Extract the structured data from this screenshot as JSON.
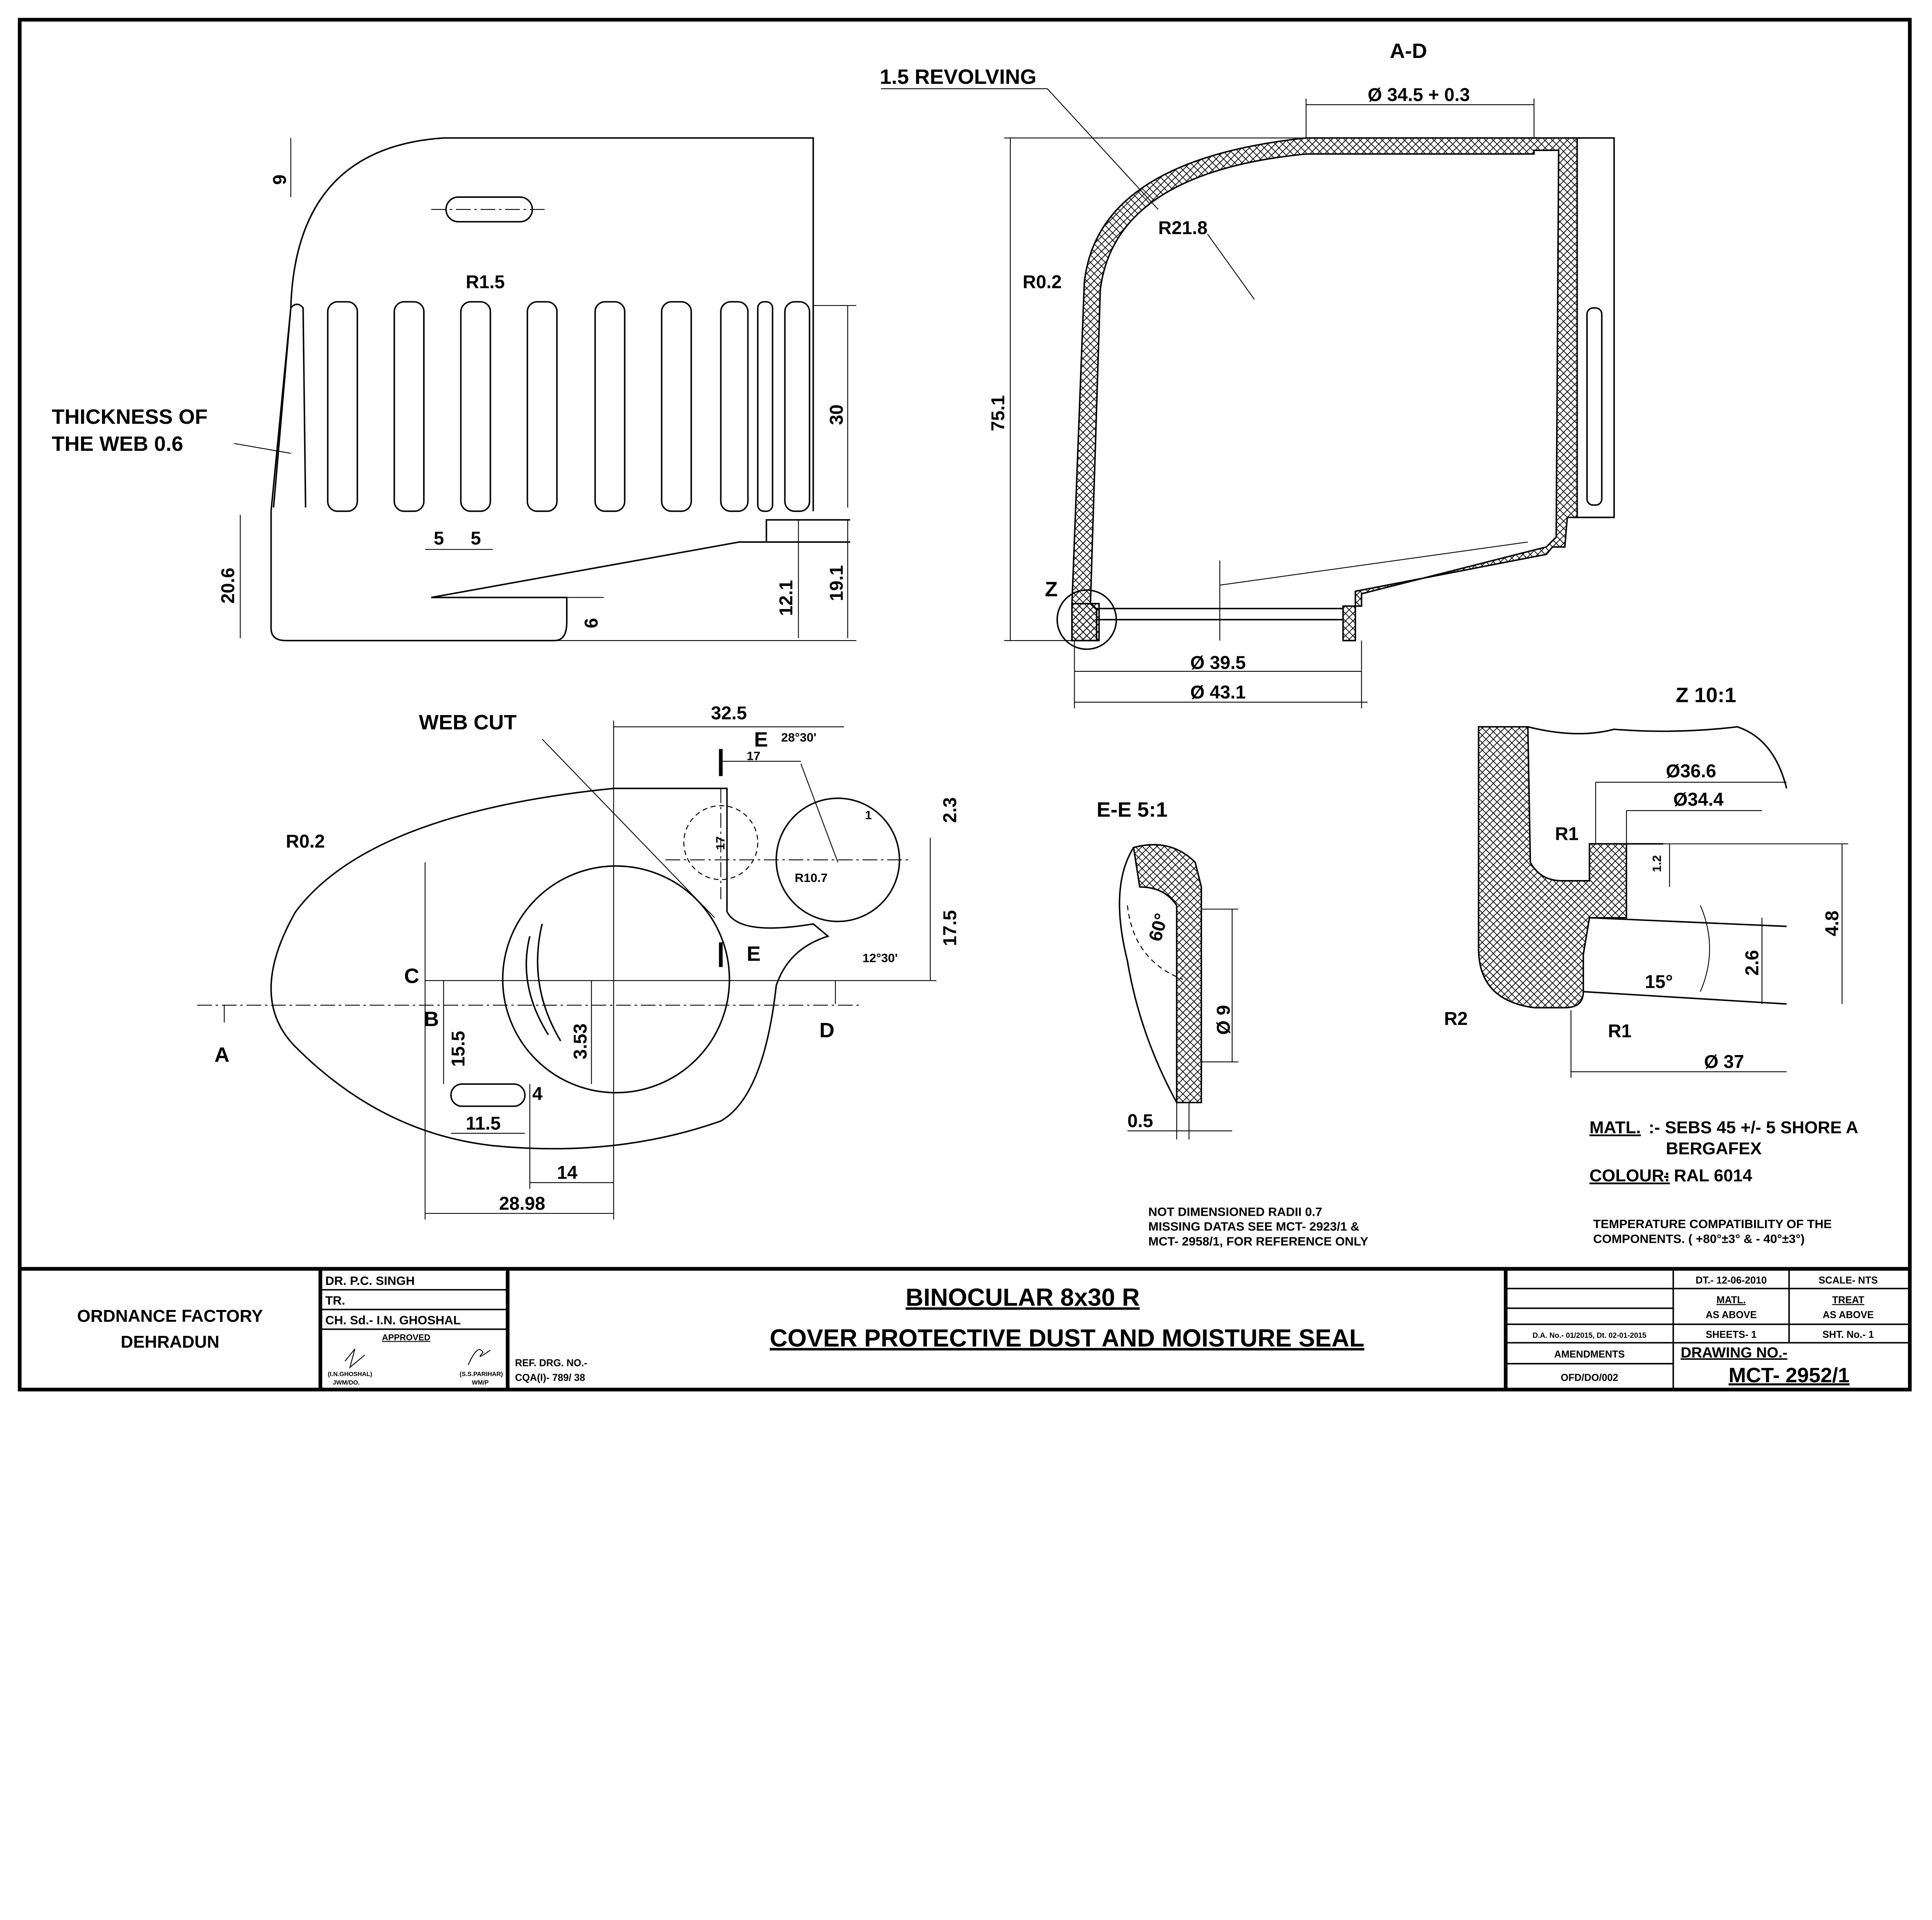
{
  "views": {
    "side": {
      "web_thickness_1": "THICKNESS OF",
      "web_thickness_2": "THE WEB 0.6",
      "dim_9": "9",
      "dim_r15": "R1.5",
      "dim_30": "30",
      "dim_5a": "5",
      "dim_5b": "5",
      "dim_206": "20.6",
      "dim_6": "6",
      "dim_121": "12.1",
      "dim_191": "19.1"
    },
    "section_ad": {
      "title": "A-D",
      "revolving": "1.5 REVOLVING",
      "dia_top": "Ø 34.5 + 0.3",
      "r218": "R21.8",
      "r02": "R0.2",
      "dim_751": "75.1",
      "z_label": "Z",
      "dia_395": "Ø 39.5",
      "dia_431": "Ø 43.1"
    },
    "plan": {
      "web_cut": "WEB CUT",
      "r02": "R0.2",
      "dim_325": "32.5",
      "e_top": "E",
      "angle_2830": "28°30'",
      "dim_17h": "17",
      "dim_17v": "17",
      "dim_1": "1",
      "dim_23": "2.3",
      "r107": "R10.7",
      "dim_175": "17.5",
      "e_bottom": "E",
      "angle_1230": "12°30'",
      "c_label": "C",
      "b_label": "B",
      "a_label": "A",
      "d_label": "D",
      "dim_155": "15.5",
      "dim_353": "3.53",
      "dim_4": "4",
      "dim_115": "11.5",
      "dim_14": "14",
      "dim_2898": "28.98"
    },
    "section_ee": {
      "title": "E-E 5:1",
      "angle_60": "60°",
      "dia_9": "Ø 9",
      "dim_05": "0.5"
    },
    "detail_z": {
      "title": "Z 10:1",
      "dia_366": "Ø36.6",
      "dia_344": "Ø34.4",
      "r1_top": "R1",
      "dim_12": "1.2",
      "dim_48": "4.8",
      "dim_26": "2.6",
      "angle_15": "15°",
      "r2": "R2",
      "r1_bottom": "R1",
      "dia_37": "Ø 37"
    }
  },
  "notes": {
    "material_label": "MATL.",
    "material_value": ":- SEBS 45 +/- 5 SHORE A",
    "material_value_2": "BERGAFEX",
    "colour_label": "COLOUR:",
    "colour_value": "- RAL 6014",
    "radii_1": "NOT DIMENSIONED RADII 0.7",
    "radii_2": "MISSING DATAS SEE MCT- 2923/1 &",
    "radii_3": "MCT- 2958/1, FOR REFERENCE ONLY",
    "temp_1": "TEMPERATURE COMPATIBILITY OF THE",
    "temp_2": "COMPONENTS. ( +80°±3° & - 40°±3°)"
  },
  "title_block": {
    "org_1": "ORDNANCE FACTORY",
    "org_2": "DEHRADUN",
    "dr": "DR. P.C. SINGH",
    "tr": "TR.",
    "ch": "CH. Sd.- I.N. GHOSHAL",
    "approved": "APPROVED",
    "sig_left_1": "(I.N.GHOSHAL)",
    "sig_left_2": "JWM/DO.",
    "sig_right_1": "(S.S.PARIHAR)",
    "sig_right_2": "WM/P",
    "ref_label": "REF. DRG. NO.-",
    "ref_value": "CQA(I)- 789/ 38",
    "title_1": "BINOCULAR 8x30 R",
    "title_2": "COVER PROTECTIVE DUST AND MOISTURE SEAL",
    "da_no": "D.A. No.- 01/2015, Dt. 02-01-2015",
    "amendments": "AMENDMENTS",
    "ofd": "OFD/DO/002",
    "date": "DT.- 12-06-2010",
    "scale": "SCALE- NTS",
    "matl": "MATL.",
    "matl_value": "AS ABOVE",
    "treat": "TREAT",
    "treat_value": "AS ABOVE",
    "sheets": "SHEETS- 1",
    "sht_no": "SHT. No.- 1",
    "drawing_no_label": "DRAWING NO.-",
    "drawing_no": "MCT- 2952/1"
  }
}
